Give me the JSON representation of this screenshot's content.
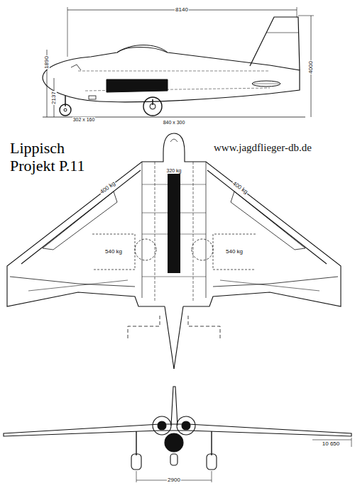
{
  "diagram": {
    "title": "Lippisch Projekt P.11",
    "labels": [
      "8140",
      "4000",
      "1890",
      "2137",
      "302 x 160",
      "840 x 300",
      "400 kg",
      "400 kg",
      "540 kg",
      "540 kg",
      "320 kg",
      "www.jagdflieger-db.de",
      "2900",
      "10 650"
    ]
  }
}
